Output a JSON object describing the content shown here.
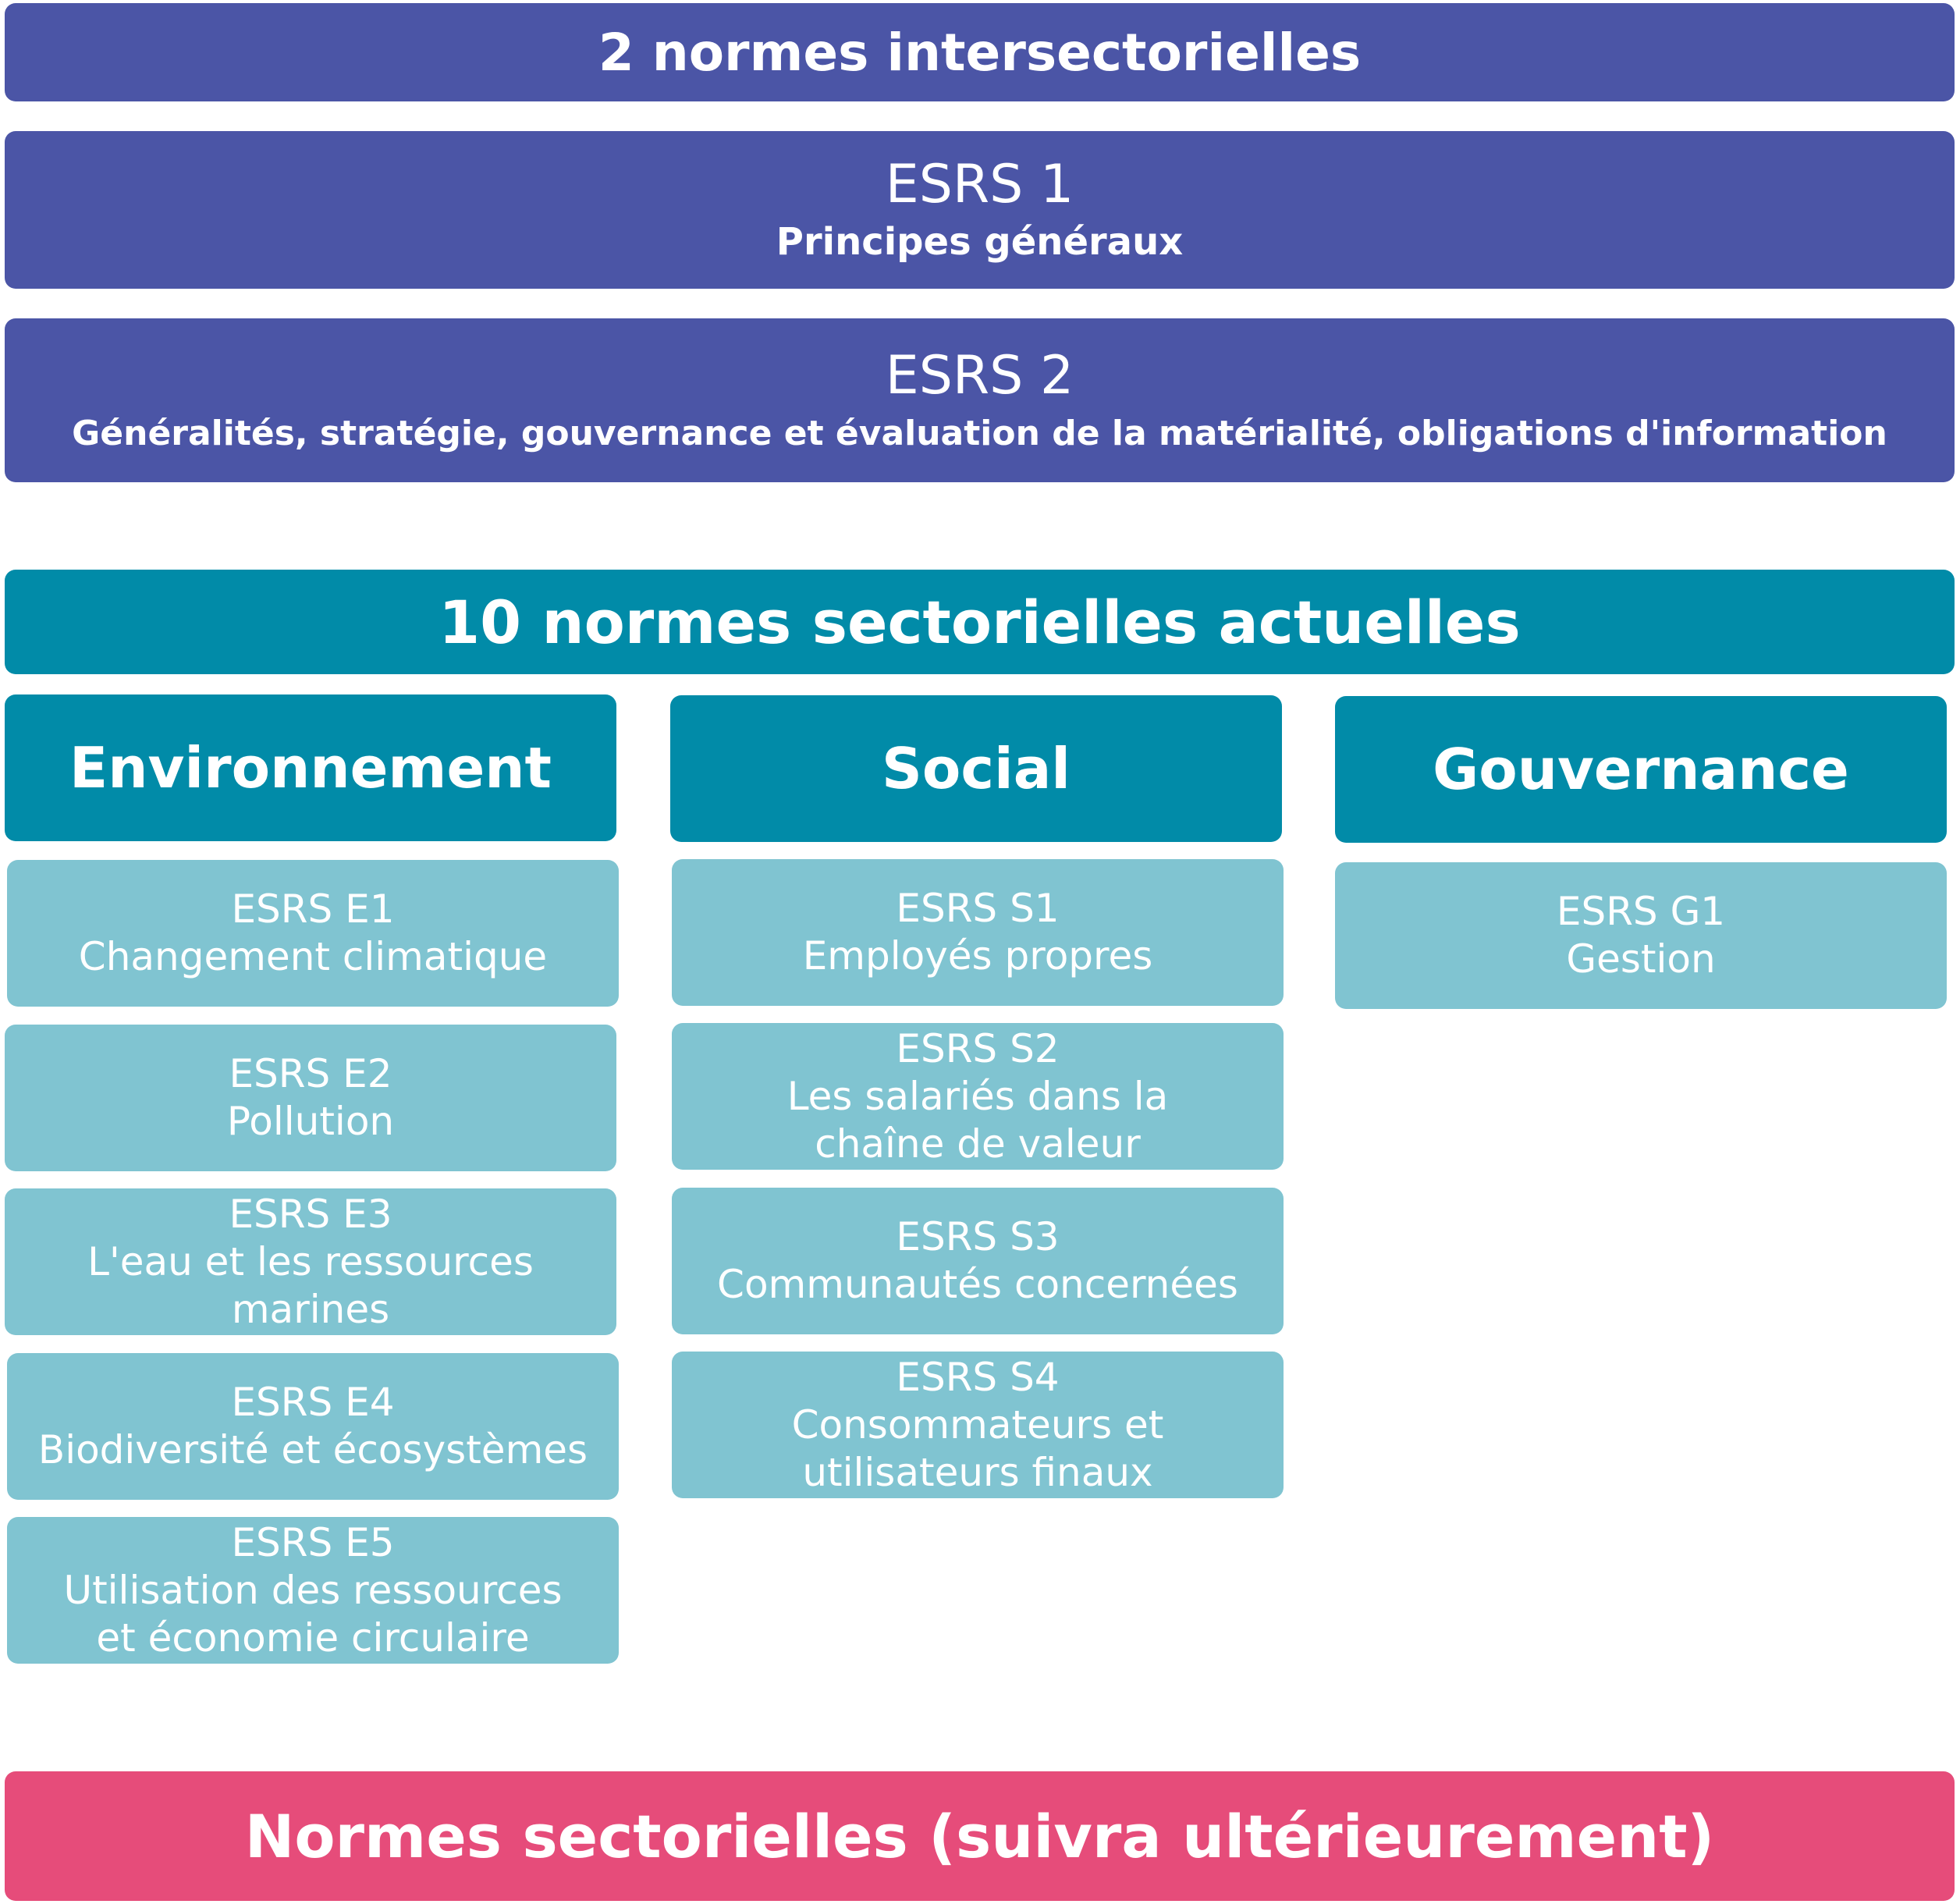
{
  "cross_sector": {
    "title": "2 normes intersectorielles",
    "esrs1": {
      "code": "ESRS 1",
      "label": "Principes généraux"
    },
    "esrs2": {
      "code": "ESRS 2",
      "label": "Généralités, stratégie, gouvernance et évaluation de la matérialité, obligations d'information"
    }
  },
  "sector": {
    "title": "10 normes sectorielles actuelles",
    "columns": [
      {
        "heading": "Environnement",
        "cards": [
          {
            "code": "ESRS E1",
            "lines": [
              "Changement climatique"
            ]
          },
          {
            "code": "ESRS E2",
            "lines": [
              "Pollution"
            ]
          },
          {
            "code": "ESRS E3",
            "lines": [
              "L'eau et les ressources marines"
            ]
          },
          {
            "code": "ESRS E4",
            "lines": [
              "Biodiversité et écosystèmes"
            ]
          },
          {
            "code": "ESRS E5",
            "lines": [
              "Utilisation des ressources",
              "et économie circulaire"
            ]
          }
        ]
      },
      {
        "heading": "Social",
        "cards": [
          {
            "code": "ESRS S1",
            "lines": [
              "Employés propres"
            ]
          },
          {
            "code": "ESRS S2",
            "lines": [
              "Les salariés dans la",
              "chaîne de valeur"
            ]
          },
          {
            "code": "ESRS S3",
            "lines": [
              "Communautés concernées"
            ]
          },
          {
            "code": "ESRS S4",
            "lines": [
              "Consommateurs et",
              "utilisateurs finaux"
            ]
          }
        ]
      },
      {
        "heading": "Gouvernance",
        "cards": [
          {
            "code": "ESRS G1",
            "lines": [
              "Gestion"
            ]
          }
        ]
      }
    ]
  },
  "future": {
    "title": "Normes sectorielles (suivra ultérieurement)"
  },
  "colors": {
    "purple": "#4b55a6",
    "teal": "#018ba8",
    "light_teal": "#80c4d1",
    "pink": "#e64c7a"
  }
}
